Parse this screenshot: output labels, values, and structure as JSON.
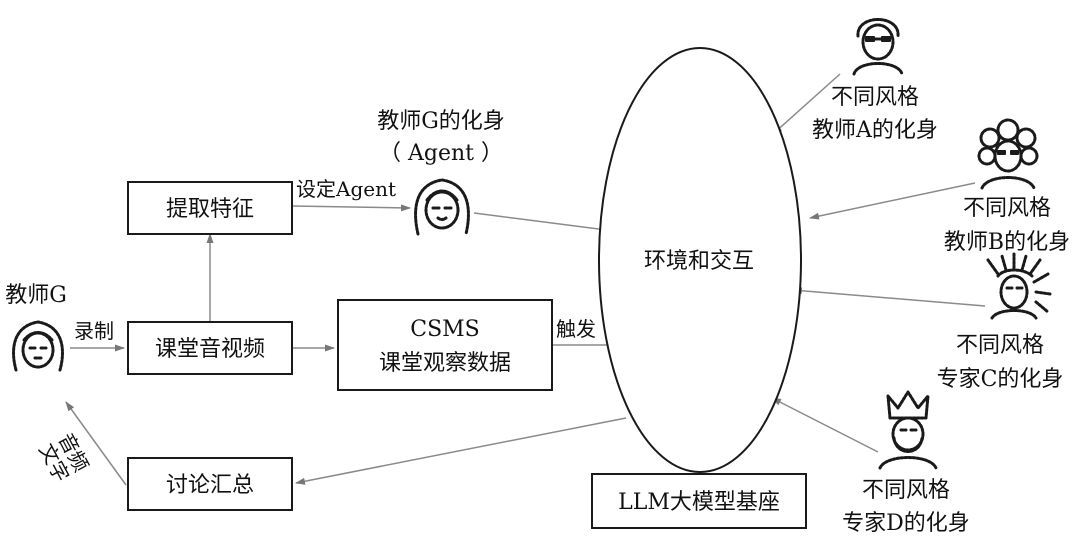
{
  "teacher": {
    "label": "教师G"
  },
  "avatar_title": {
    "line1": "教师G的化身",
    "line2": "（ Agent ）"
  },
  "boxes": {
    "extract": "提取特征",
    "video": "课堂音视频",
    "csms_line1": "CSMS",
    "csms_line2": "课堂观察数据",
    "discuss": "讨论汇总",
    "llm": "LLM大模型基座"
  },
  "ellipse": {
    "label": "环境和交互"
  },
  "edge_labels": {
    "record": "录制",
    "set_agent": "设定Agent",
    "trigger": "触发",
    "audio_line1": "音频",
    "audio_line2": "文字"
  },
  "personas": [
    {
      "line1": "不同风格",
      "line2": "教师A的化身"
    },
    {
      "line1": "不同风格",
      "line2": "教师B的化身"
    },
    {
      "line1": "不同风格",
      "line2": "专家C的化身"
    },
    {
      "line1": "不同风格",
      "line2": "专家D的化身"
    }
  ],
  "icons": {
    "teacher": "female-teacher-icon",
    "avatar": "female-avatar-icon",
    "persona_a": "glasses-teacher-icon",
    "persona_b": "curly-hair-teacher-icon",
    "persona_c": "feather-headdress-expert-icon",
    "persona_d": "crowned-king-expert-icon"
  }
}
